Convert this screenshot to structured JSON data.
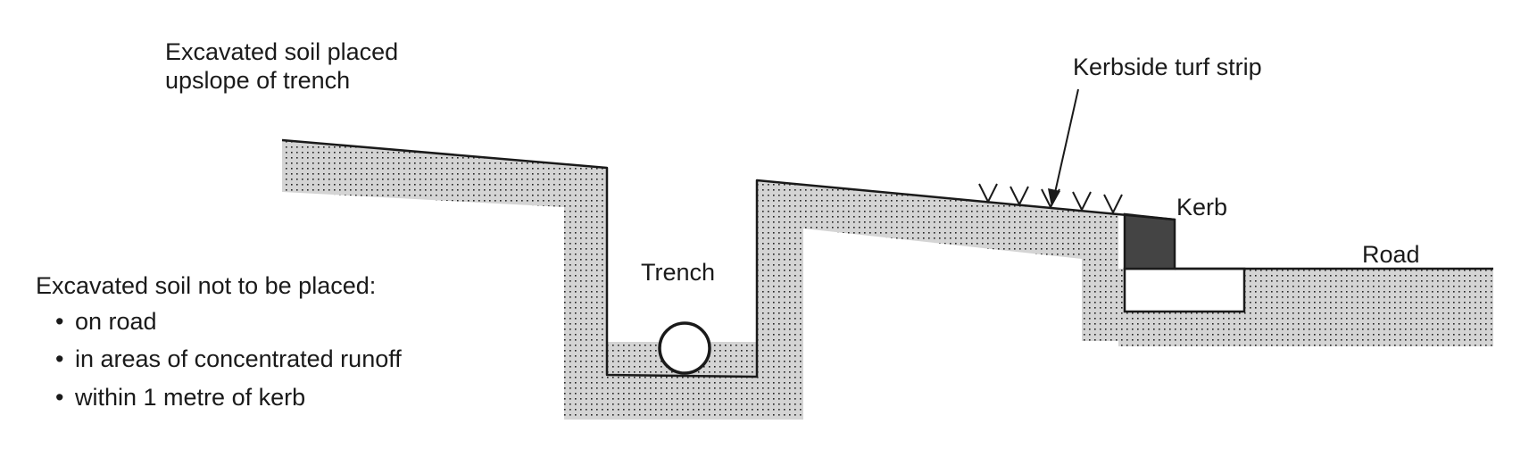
{
  "labels": {
    "soil_placed_line1": "Excavated soil placed",
    "soil_placed_line2": "upslope of trench",
    "turf_strip": "Kerbside turf strip",
    "kerb": "Kerb",
    "road": "Road",
    "trench": "Trench"
  },
  "restrictions": {
    "heading": "Excavated soil not to be placed:",
    "items": [
      "on road",
      "in areas of concentrated runoff",
      "within 1 metre of kerb"
    ]
  },
  "colors": {
    "soil_fill": "#d4d4d4",
    "soil_dots": "#222222",
    "kerb_fill": "#444444",
    "outline": "#1a1a1a"
  }
}
